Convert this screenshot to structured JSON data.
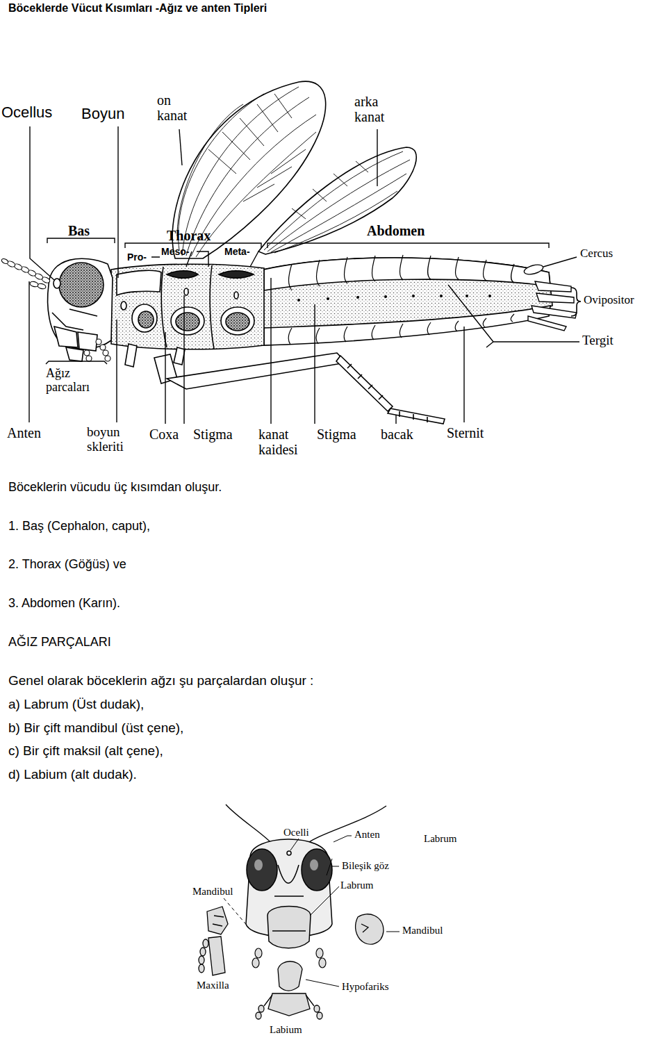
{
  "diagram": {
    "title": "Böceklerde Vücut Kısımları -Ağız ve anten Tipleri",
    "labels": [
      "Ocellus",
      "Boyun",
      "on kanat",
      "arka kanat",
      "Bas",
      "Thorax",
      "Abdomen",
      "Pro-",
      "Meso-",
      "Meta-",
      "Cercus",
      "Ovipositor",
      "Tergit",
      "Ağız parcaları",
      "Anten",
      "boyun skleriti",
      "Coxa",
      "Stigma",
      "kanat kaidesi",
      "Stigma",
      "bacak",
      "Sternit",
      "Böceklerin vücudu üç kısımdan oluşur.",
      "1. Baş (Cephalon, caput),",
      "2. Thorax (Göğüs) ve",
      "3. Abdomen (Karın).",
      "AĞIZ PARÇALARI",
      "Genel olarak böceklerin ağzı şu parçalardan oluşur :",
      "a) Labrum (Üst dudak),",
      "b) Bir çift mandibul (üst çene),",
      "c) Bir çift maksil (alt çene),",
      "d) Labium (alt dudak).",
      "Ocelli",
      "Anten",
      "Labrum",
      "Bileşik göz",
      "Labrum",
      "Mandibul",
      "Mandibul",
      "Maxilla",
      "Hypofariks",
      "Labium"
    ]
  }
}
